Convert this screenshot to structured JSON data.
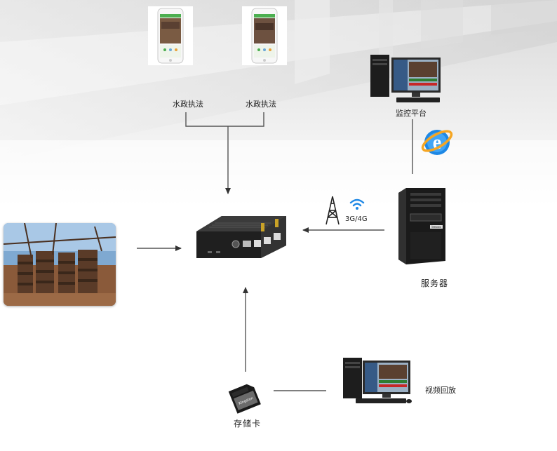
{
  "diagram": {
    "phone_left_label": "水政执法",
    "phone_right_label": "水政执法",
    "monitor_label": "监控平台",
    "server_label": "服务器",
    "network_label": "3G/4G",
    "storage_label": "存储卡",
    "playback_label": "视频回放",
    "sd_card_brand": "Kingston",
    "server_brand": "lenovo"
  }
}
